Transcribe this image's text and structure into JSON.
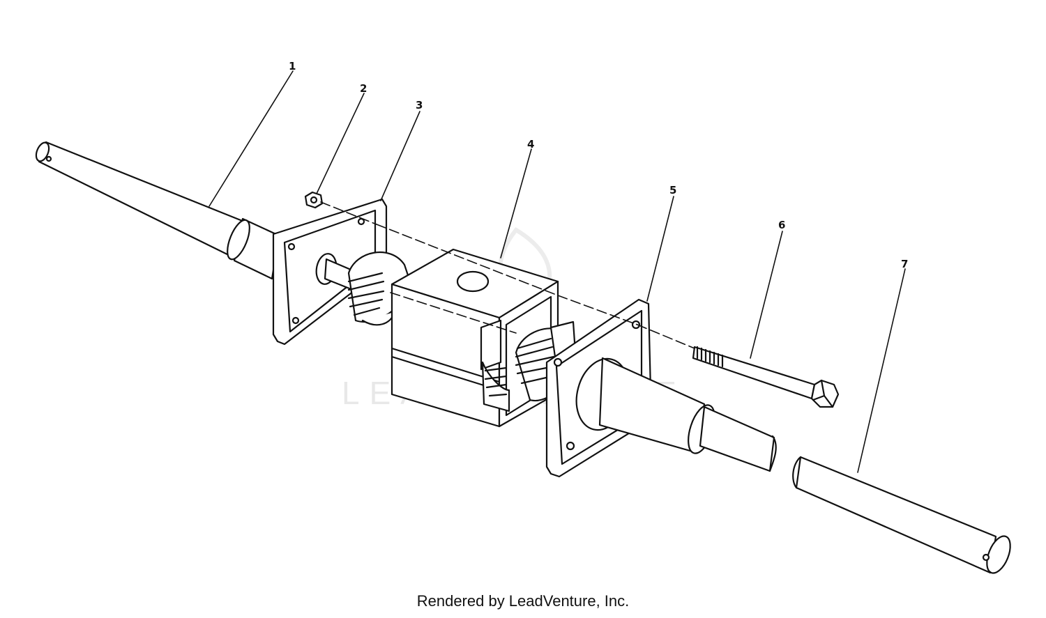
{
  "callouts": [
    "1",
    "2",
    "3",
    "4",
    "5",
    "6",
    "7"
  ],
  "watermark": "LEADVENTURE",
  "footer": "Rendered by LeadVenture, Inc."
}
